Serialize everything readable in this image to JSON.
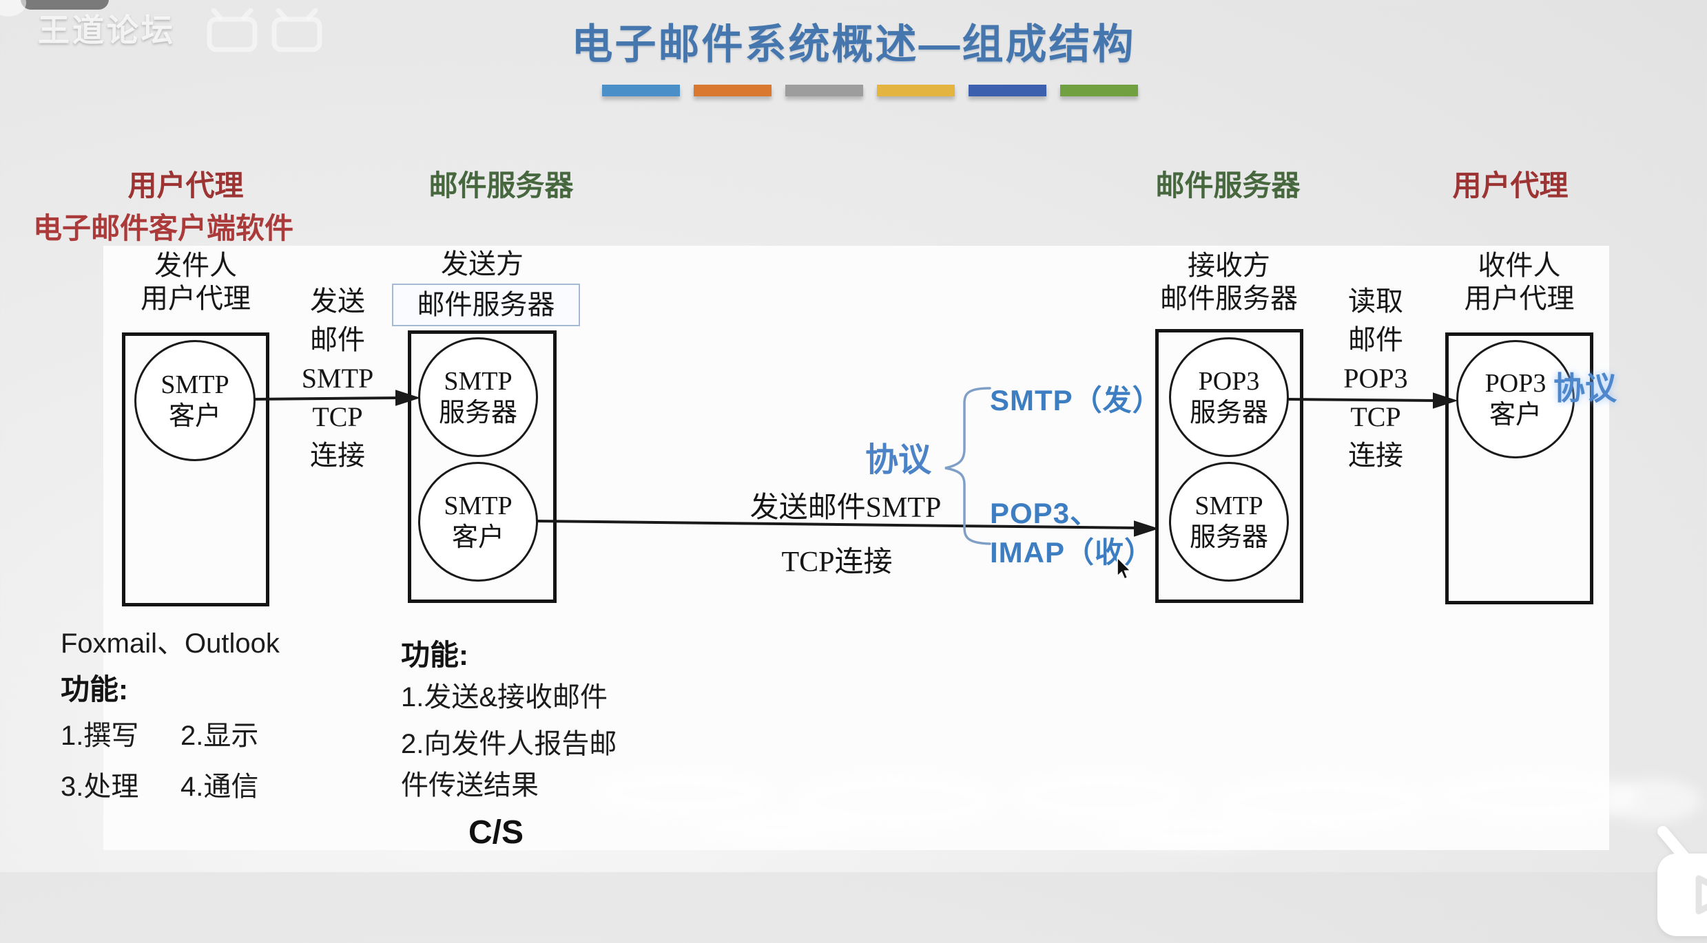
{
  "page": {
    "title": "电子邮件系统概述—组成结构",
    "title_color": "#4577ae",
    "underline_bar_colors": [
      "#4a8fc7",
      "#d9782e",
      "#9d9d9d",
      "#e4b441",
      "#3c5fae",
      "#70a040"
    ]
  },
  "watermarks": {
    "forum": "王道论坛"
  },
  "role_labels": {
    "user_agent_left": "用户代理",
    "client_software": "电子邮件客户端软件",
    "mail_server_left": "邮件服务器",
    "mail_server_right": "邮件服务器",
    "user_agent_right": "用户代理",
    "user_agent_color": "#9c3434",
    "mail_server_color": "#47683f"
  },
  "diagram": {
    "sender_ua": {
      "header": [
        "发件人",
        "用户代理"
      ],
      "circle": [
        "SMTP",
        "客户"
      ]
    },
    "send_label": {
      "lines": [
        "发送",
        "邮件",
        "SMTP",
        "TCP",
        "连接"
      ]
    },
    "sender_server": {
      "header_line1": "发送方",
      "header_line2": "邮件服务器",
      "top_circle": [
        "SMTP",
        "服务器"
      ],
      "bottom_circle": [
        "SMTP",
        "客户"
      ]
    },
    "middle_link": {
      "above": "发送邮件SMTP",
      "below": "TCP连接"
    },
    "protocol_annotation": {
      "label": "协议",
      "send_protocol": "SMTP（发）",
      "receive_protocol_line1": "POP3、",
      "receive_protocol_line2": "IMAP（收）",
      "color": "#3d7ec2"
    },
    "receiver_server": {
      "header": [
        "接收方",
        "邮件服务器"
      ],
      "top_circle": [
        "POP3",
        "服务器"
      ],
      "bottom_circle": [
        "SMTP",
        "服务器"
      ]
    },
    "read_label": {
      "lines": [
        "读取",
        "邮件",
        "POP3",
        "TCP",
        "连接"
      ]
    },
    "receiver_ua": {
      "header": [
        "收件人",
        "用户代理"
      ],
      "circle": [
        "POP3",
        "客户"
      ],
      "protocol_overlay": "协议"
    }
  },
  "notes": {
    "ua": {
      "products": "Foxmail、Outlook",
      "func_title": "功能:",
      "funcs": [
        "1.撰写",
        "2.显示",
        "3.处理",
        "4.通信"
      ]
    },
    "server": {
      "func_title": "功能:",
      "func1": "1.发送&接收邮件",
      "func2_line1": "2.向发件人报告邮",
      "func2_line2": "件传送结果"
    },
    "mode": "C/S"
  }
}
